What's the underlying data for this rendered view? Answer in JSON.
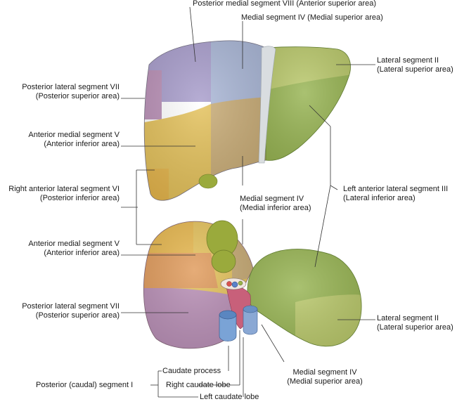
{
  "labels": {
    "top_medial_viii": {
      "line1": "Posterior medial segment VIII (Anterior superior area)"
    },
    "top_medial_iv": {
      "line1": "Medial segment IV (Medial superior area)"
    },
    "top_lateral_ii": {
      "line1": "Lateral segment II",
      "line2": "(Lateral superior area)"
    },
    "top_post_lat_vii": {
      "line1": "Posterior lateral segment VII",
      "line2": "(Posterior superior area)"
    },
    "top_ant_med_v": {
      "line1": "Anterior medial segment V",
      "line2": "(Anterior inferior area)"
    },
    "right_ant_lat_vi": {
      "line1": "Right anterior lateral segment VI",
      "line2": "(Posterior inferior area)"
    },
    "mid_medial_iv": {
      "line1": "Medial segment IV",
      "line2": "(Medial inferior area)"
    },
    "left_ant_lat_iii": {
      "line1": "Left anterior lateral segment III",
      "line2": "(Lateral inferior area)"
    },
    "bot_ant_med_v": {
      "line1": "Anterior medial segment V",
      "line2": "(Anterior inferior area)"
    },
    "bot_post_lat_vii": {
      "line1": "Posterior lateral segment VII",
      "line2": "(Posterior superior area)"
    },
    "bot_lateral_ii": {
      "line1": "Lateral segment II",
      "line2": "(Lateral superior area)"
    },
    "caudate_process": {
      "line1": "Caudate process"
    },
    "posterior_segment_i": {
      "line1": "Posterior (caudal) segment I"
    },
    "right_caudate_lobe": {
      "line1": "Right caudate lobe"
    },
    "left_caudate_lobe": {
      "line1": "Left caudate lobe"
    },
    "bot_medial_iv": {
      "line1": "Medial segment IV",
      "line2": "(Medial superior area)"
    }
  },
  "colors": {
    "segment_viii": "#a79ccb",
    "segment_iv_superior": "#a9b6d6",
    "segment_vii": "#b98fb6",
    "segment_v": "#e4c15a",
    "segment_vi": "#e6b64c",
    "segment_iv_inferior": "#c7aa74",
    "segment_ii_iii": "#97b452",
    "segment_ii_light": "#b9c86a",
    "ligament": "#d9dde0",
    "gallbladder": "#9aaa3c",
    "vena_cava": "#7aa3d6",
    "caudate": "#c8607a",
    "leader_line": "#333333"
  }
}
